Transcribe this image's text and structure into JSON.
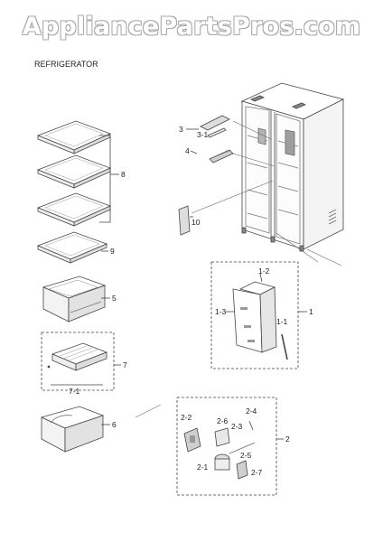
{
  "watermark": "AppliancePartsPros.com",
  "title": "REFRIGERATOR",
  "callouts": {
    "c1": "1",
    "c1_1": "1-1",
    "c1_2": "1-2",
    "c1_3": "1-3",
    "c2": "2",
    "c2_1": "2-1",
    "c2_2": "2-2",
    "c2_3": "2-3",
    "c2_4": "2-4",
    "c2_5": "2-5",
    "c2_6": "2-6",
    "c2_7": "2-7",
    "c3": "3",
    "c3_1": "3-1",
    "c4": "4",
    "c5": "5",
    "c6": "6",
    "c7": "7",
    "c7_1": "7-1",
    "c8": "8",
    "c9": "9",
    "c10": "10"
  },
  "colors": {
    "line": "#444444",
    "fill": "#ffffff",
    "shade": "#cfcfcf",
    "watermark_outline": "#a9a9a9"
  }
}
